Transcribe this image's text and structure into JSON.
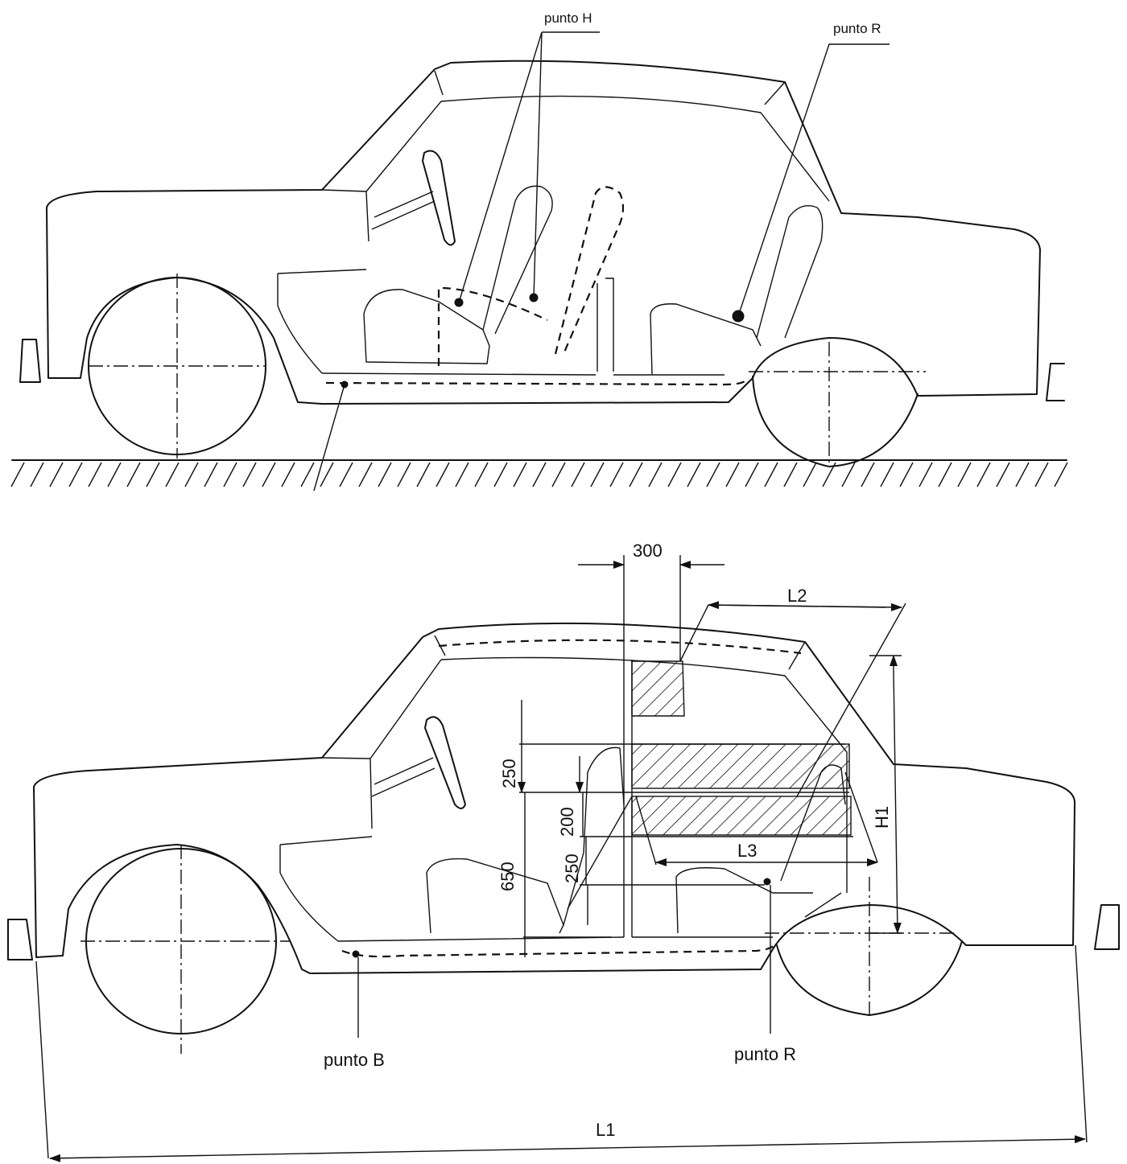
{
  "top_view": {
    "label_h": "punto H",
    "label_r": "punto R"
  },
  "bottom_view": {
    "dim_300": "300",
    "dim_l2": "L2",
    "dim_l3": "L3",
    "dim_h1": "H1",
    "dim_l1": "L1",
    "dim_250_top": "250",
    "dim_200": "200",
    "dim_250_mid": "250",
    "dim_650": "650",
    "label_b": "punto B",
    "label_r": "punto R"
  },
  "colors": {
    "ink": "#111111",
    "paper": "#ffffff"
  }
}
